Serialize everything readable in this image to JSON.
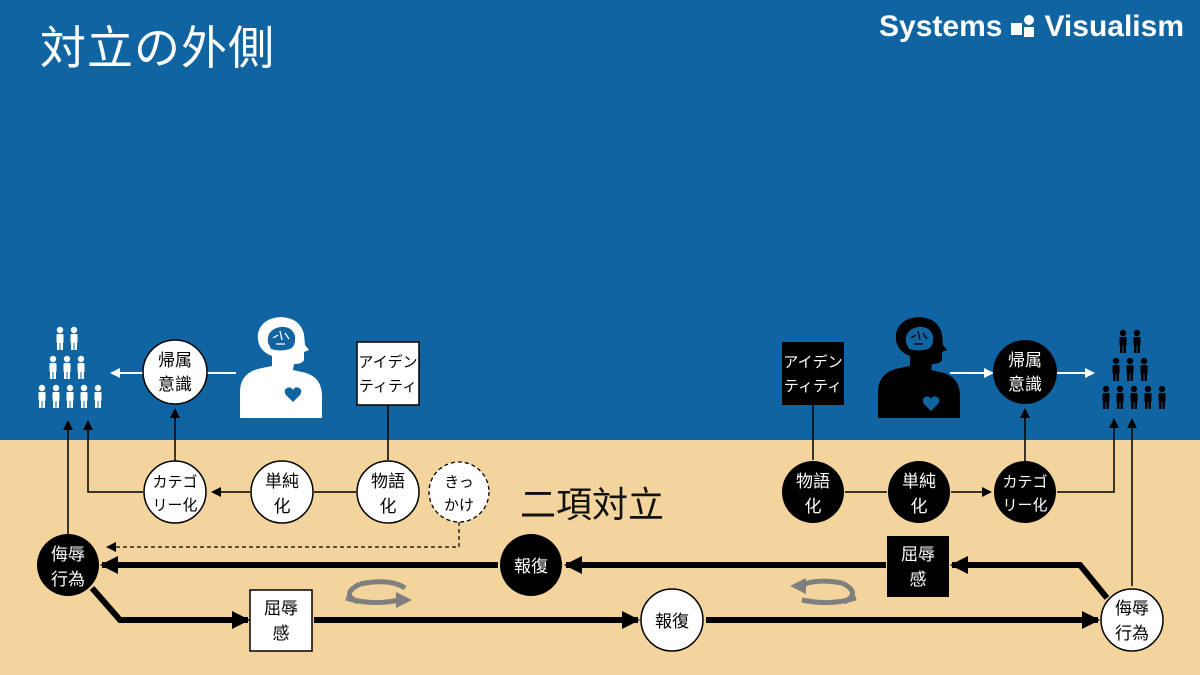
{
  "header": {
    "title": "対立の外側",
    "brand_left": "Systems",
    "brand_right": "Visualism",
    "brand_icon": "systems-visualism-logo-icon"
  },
  "colors": {
    "sky": "#0f64a1",
    "ground": "#f2d49c",
    "white": "#ffffff",
    "black": "#000000",
    "loop_arrow": "#7f7f7f"
  },
  "diagram": {
    "center_label": "二項対立",
    "left": {
      "group_icon": "people-group-icon",
      "person_icon": "person-head-heart-icon",
      "belonging": [
        "帰属",
        "意識"
      ],
      "identity": [
        "アイデン",
        "ティティ"
      ],
      "categorize": [
        "カテゴ",
        "リー化"
      ],
      "simplify": [
        "単純",
        "化"
      ],
      "story": [
        "物語",
        "化"
      ],
      "trigger": [
        "きっ",
        "かけ"
      ],
      "insult": [
        "侮辱",
        "行為"
      ],
      "humiliation": [
        "屈辱",
        "感"
      ],
      "revenge_top": [
        "報復"
      ],
      "revenge_bottom": [
        "報復"
      ]
    },
    "right": {
      "group_icon": "people-group-icon",
      "person_icon": "person-head-heart-icon",
      "belonging": [
        "帰属",
        "意識"
      ],
      "identity": [
        "アイデン",
        "ティティ"
      ],
      "categorize": [
        "カテゴ",
        "リー化"
      ],
      "simplify": [
        "単純",
        "化"
      ],
      "story": [
        "物語",
        "化"
      ],
      "insult": [
        "侮辱",
        "行為"
      ],
      "humiliation": [
        "屈辱",
        "感"
      ]
    },
    "loop_icons": [
      "clockwise-loop-icon",
      "counterclockwise-loop-icon"
    ]
  }
}
